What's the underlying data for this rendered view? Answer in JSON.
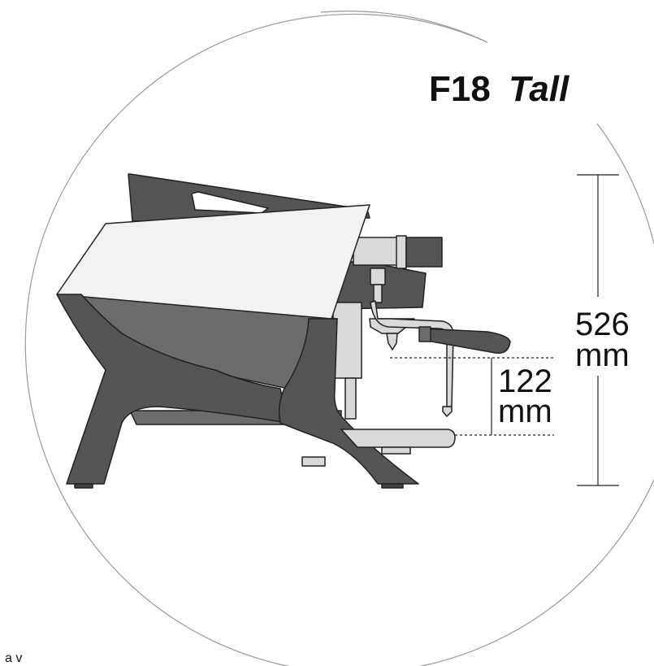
{
  "title": {
    "model": "F18",
    "variant": "Tall"
  },
  "dimensions": {
    "total_height": {
      "value": "526",
      "unit": "mm"
    },
    "cup_clearance": {
      "value": "122",
      "unit": "mm"
    }
  },
  "footer_text": "a v",
  "colors": {
    "body_dark": "#555555",
    "body_mid": "#6c6c6c",
    "panel_light": "#f2f2f2",
    "metal": "#d9d9d9",
    "outline": "#222222",
    "circle_line": "#9a9a9a"
  }
}
